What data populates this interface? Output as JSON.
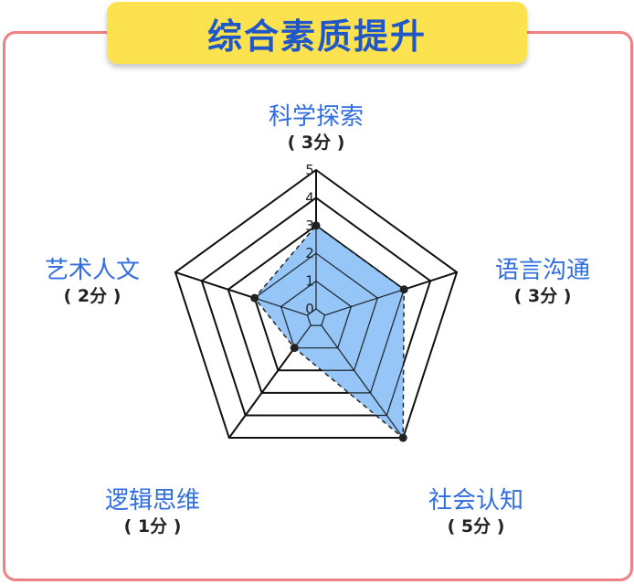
{
  "title": "综合素质提升",
  "colors": {
    "border": "#f08080",
    "title_bg": "#fde24f",
    "title_text": "#1f57c9",
    "label_text": "#2f6de0",
    "fill": "#8fc3f7",
    "grid": "#111111"
  },
  "chart_data": {
    "type": "radar",
    "max": 5,
    "ticks": [
      "0",
      "1",
      "2",
      "3",
      "4",
      "5"
    ],
    "axes": [
      {
        "name": "科学探索",
        "score_label": "( 3分 )",
        "value": 3
      },
      {
        "name": "语言沟通",
        "score_label": "( 3分 )",
        "value": 3
      },
      {
        "name": "社会认知",
        "score_label": "( 5分 )",
        "value": 5
      },
      {
        "name": "逻辑思维",
        "score_label": "( 1分 )",
        "value": 1
      },
      {
        "name": "艺术人文",
        "score_label": "( 2分 )",
        "value": 2
      }
    ]
  }
}
